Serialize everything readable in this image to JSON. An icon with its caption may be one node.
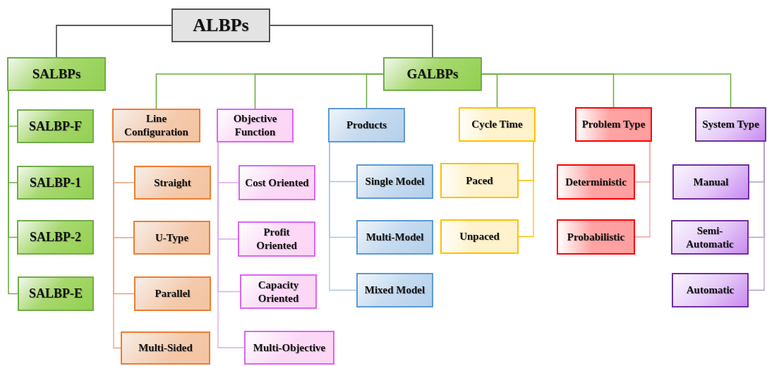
{
  "diagram": {
    "nodes": [
      {
        "text": [
          "ALBPs"
        ]
      },
      {
        "text": [
          "SALBPs"
        ]
      },
      {
        "text": [
          "SALBP-F"
        ]
      },
      {
        "text": [
          "SALBP-1"
        ]
      },
      {
        "text": [
          "SALBP-2"
        ]
      },
      {
        "text": [
          "SALBP-E"
        ]
      },
      {
        "text": [
          "GALBPs"
        ]
      },
      {
        "text": [
          "Line Configuration"
        ]
      },
      {
        "text": [
          "Objective Function"
        ]
      },
      {
        "text": [
          "Products"
        ]
      },
      {
        "text": [
          "Cycle Time"
        ]
      },
      {
        "text": [
          "Problem Type"
        ]
      },
      {
        "text": [
          "System Type"
        ]
      },
      {
        "text": [
          "Straight"
        ]
      },
      {
        "text": [
          "U-Type"
        ]
      },
      {
        "text": [
          "Parallel"
        ]
      },
      {
        "text": [
          "Multi-Sided"
        ]
      },
      {
        "text": [
          "Cost Oriented"
        ]
      },
      {
        "text": [
          "Profit Oriented"
        ]
      },
      {
        "text": [
          "Capacity Oriented"
        ]
      },
      {
        "text": [
          "Multi-Objective"
        ]
      },
      {
        "text": [
          "Single Model"
        ]
      },
      {
        "text": [
          "Multi-Model"
        ]
      },
      {
        "text": [
          "Mixed Model"
        ]
      },
      {
        "text": [
          "Paced"
        ]
      },
      {
        "text": [
          "Unpaced"
        ]
      },
      {
        "text": [
          "Deterministic"
        ]
      },
      {
        "text": [
          "Probabilistic"
        ]
      },
      {
        "text": [
          "Manual"
        ]
      },
      {
        "text": [
          "Semi-Automatic"
        ]
      },
      {
        "text": [
          "Automatic"
        ]
      }
    ],
    "edges": [
      {
        "from": 0,
        "to": 1,
        "arrow": "none",
        "color": "#222222"
      },
      {
        "from": 0,
        "to": 6,
        "arrow": "none",
        "color": "#222222"
      },
      {
        "from": 1,
        "to": 2,
        "arrow": "none"
      },
      {
        "from": 1,
        "to": 3,
        "arrow": "none"
      },
      {
        "from": 1,
        "to": 4,
        "arrow": "none"
      },
      {
        "from": 1,
        "to": 5,
        "arrow": "none"
      },
      {
        "from": 6,
        "to": 7,
        "arrow": "none"
      },
      {
        "from": 6,
        "to": 8,
        "arrow": "none"
      },
      {
        "from": 6,
        "to": 9,
        "arrow": "none"
      },
      {
        "from": 6,
        "to": 10,
        "arrow": "none"
      },
      {
        "from": 6,
        "to": 11,
        "arrow": "none"
      },
      {
        "from": 6,
        "to": 12,
        "arrow": "none"
      },
      {
        "from": 7,
        "to": 13,
        "arrow": "none",
        "color": "#e8a17a"
      },
      {
        "from": 7,
        "to": 14,
        "arrow": "none",
        "color": "#e8a17a"
      },
      {
        "from": 7,
        "to": 15,
        "arrow": "none",
        "color": "#e8a17a"
      },
      {
        "from": 7,
        "to": 16,
        "arrow": "none",
        "color": "#e8a17a"
      },
      {
        "from": 8,
        "to": 17,
        "arrow": "none",
        "color": "#dca8ec"
      },
      {
        "from": 8,
        "to": 18,
        "arrow": "none",
        "color": "#dca8ec"
      },
      {
        "from": 8,
        "to": 19,
        "arrow": "none",
        "color": "#dca8ec"
      },
      {
        "from": 8,
        "to": 20,
        "arrow": "none",
        "color": "#dca8ec"
      },
      {
        "from": 9,
        "to": 21,
        "arrow": "none",
        "color": "#a9c4e4"
      },
      {
        "from": 9,
        "to": 22,
        "arrow": "none",
        "color": "#a9c4e4"
      },
      {
        "from": 9,
        "to": 23,
        "arrow": "none",
        "color": "#a9c4e4"
      },
      {
        "from": 10,
        "to": 24,
        "arrow": "none",
        "color": "#ffc000"
      },
      {
        "from": 10,
        "to": 25,
        "arrow": "none",
        "color": "#ffc000"
      },
      {
        "from": 11,
        "to": 26,
        "arrow": "none",
        "color": "#f4a0a0"
      },
      {
        "from": 11,
        "to": 27,
        "arrow": "none",
        "color": "#f4a0a0"
      },
      {
        "from": 12,
        "to": 28,
        "arrow": "none",
        "color": "#b49ad4"
      },
      {
        "from": 12,
        "to": 29,
        "arrow": "none",
        "color": "#b49ad4"
      },
      {
        "from": 12,
        "to": 30,
        "arrow": "none",
        "color": "#b49ad4"
      }
    ]
  }
}
